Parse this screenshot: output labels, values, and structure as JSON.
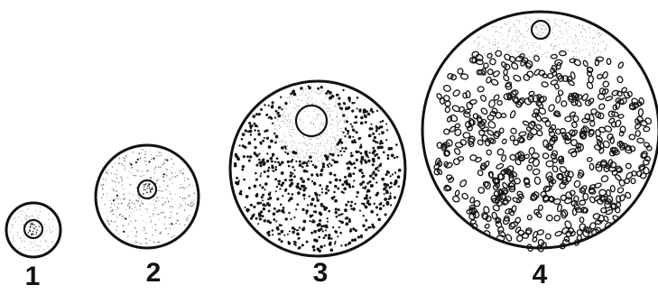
{
  "figure": {
    "stages": [
      {
        "label": "1",
        "yolk": "none"
      },
      {
        "label": "2",
        "yolk": "sparse-dots"
      },
      {
        "label": "3",
        "yolk": "dense-dots"
      },
      {
        "label": "4",
        "yolk": "granules"
      }
    ],
    "colors": {
      "ink": "#111111",
      "background": "#ffffff",
      "stipple": "#777777"
    }
  }
}
